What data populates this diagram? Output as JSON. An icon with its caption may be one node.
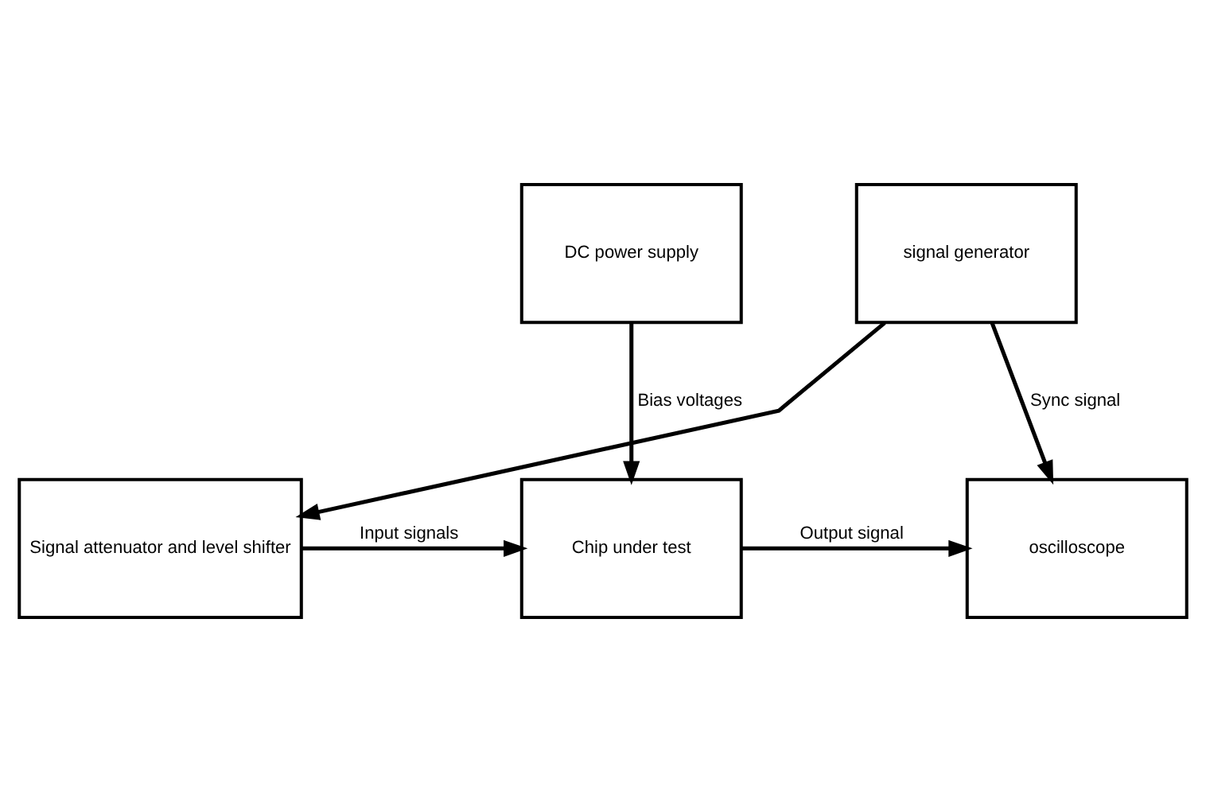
{
  "diagram": {
    "nodes": [
      {
        "text": [
          "signal generator"
        ]
      },
      {
        "text": [
          "DC power supply"
        ]
      },
      {
        "text": [
          "Signal attenuator and level shifter"
        ]
      },
      {
        "text": [
          "Chip under test"
        ]
      },
      {
        "text": [
          "oscilloscope"
        ]
      }
    ],
    "edges": [
      {
        "from": 0,
        "to": 4,
        "arrow": "to",
        "label": "Sync signal"
      },
      {
        "from": 0,
        "to": 2,
        "arrow": "to"
      },
      {
        "from": 1,
        "to": 3,
        "arrow": "to",
        "label": "Bias voltages"
      },
      {
        "from": 2,
        "to": 3,
        "arrow": "to",
        "label": "Input signals"
      },
      {
        "from": 3,
        "to": 4,
        "arrow": "to",
        "label": "Output signal"
      }
    ]
  }
}
